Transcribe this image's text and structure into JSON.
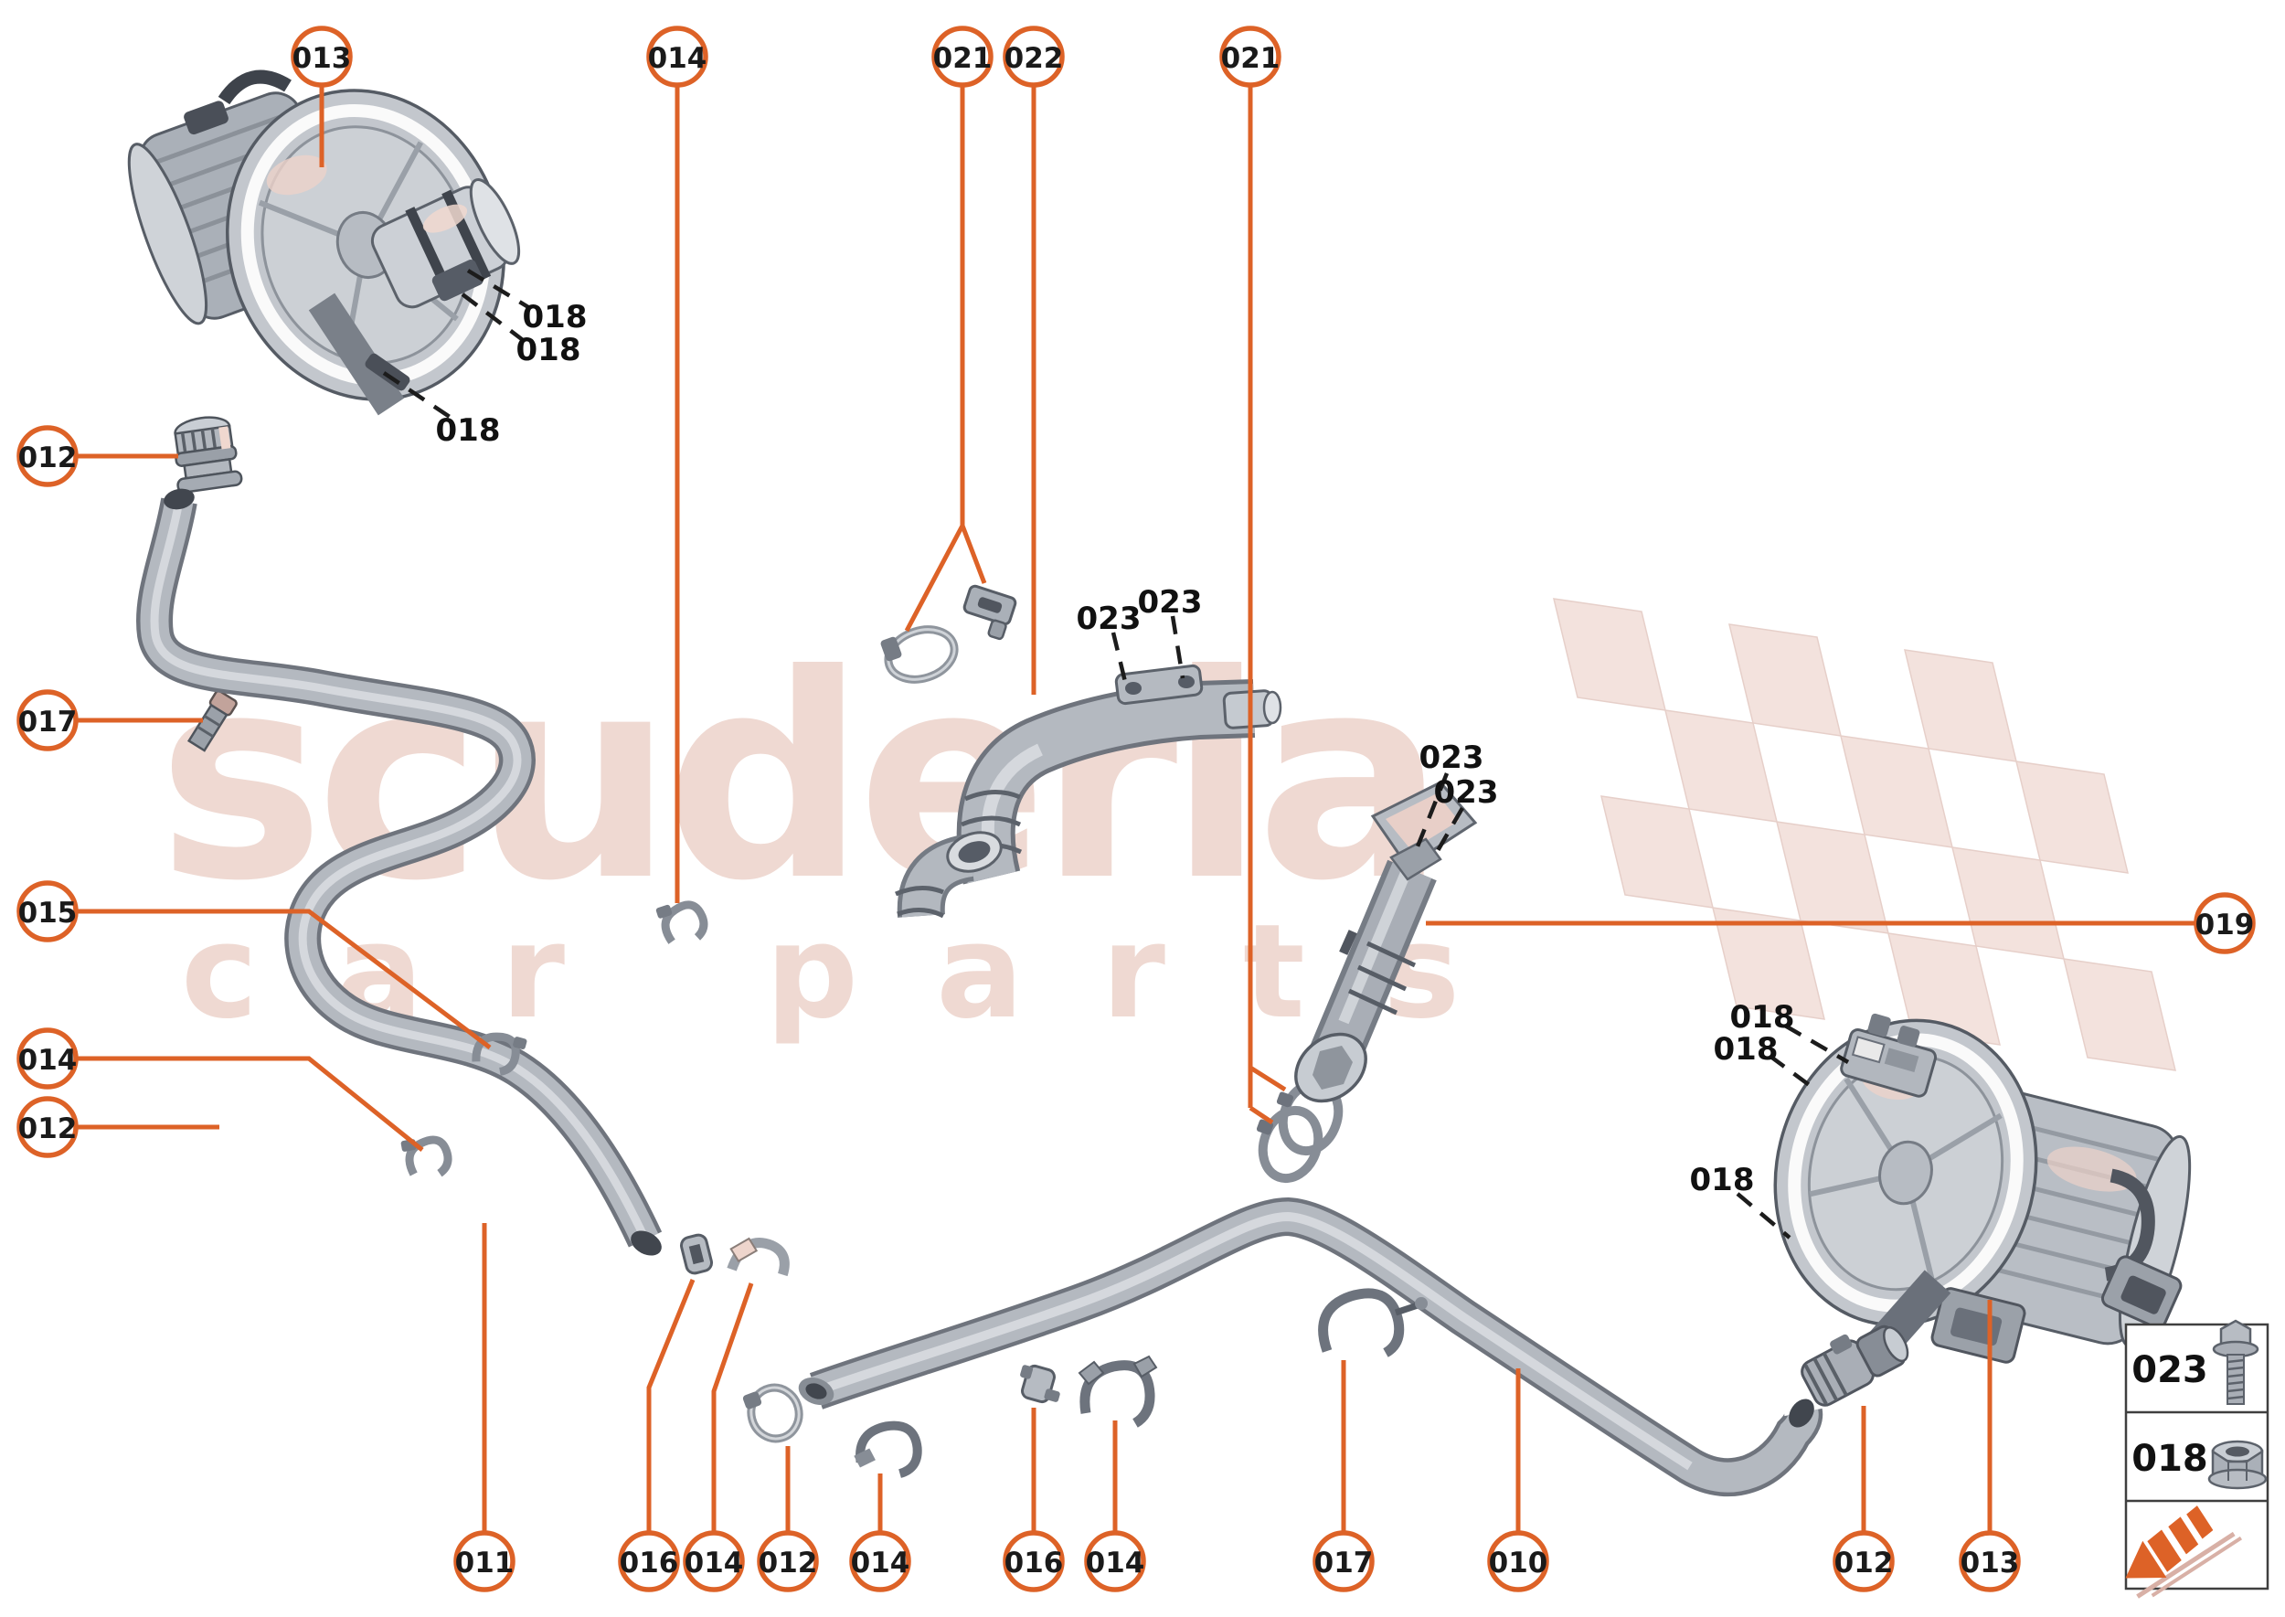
{
  "watermark": {
    "brand": "scuderia",
    "tagline": "car parts"
  },
  "callouts": [
    {
      "label": "013"
    },
    {
      "label": "014"
    },
    {
      "label": "021"
    },
    {
      "label": "022"
    },
    {
      "label": "021"
    },
    {
      "label": "012"
    },
    {
      "label": "017"
    },
    {
      "label": "015"
    },
    {
      "label": "014"
    },
    {
      "label": "012"
    },
    {
      "label": "019"
    },
    {
      "label": "011"
    },
    {
      "label": "016"
    },
    {
      "label": "014"
    },
    {
      "label": "012"
    },
    {
      "label": "014"
    },
    {
      "label": "016"
    },
    {
      "label": "014"
    },
    {
      "label": "017"
    },
    {
      "label": "010"
    },
    {
      "label": "012"
    },
    {
      "label": "013"
    }
  ],
  "part_labels": [
    {
      "text": "018"
    },
    {
      "text": "018"
    },
    {
      "text": "018"
    },
    {
      "text": "023"
    },
    {
      "text": "023"
    },
    {
      "text": "023"
    },
    {
      "text": "023"
    },
    {
      "text": "018"
    },
    {
      "text": "018"
    },
    {
      "text": "018"
    }
  ],
  "legend": {
    "rows": [
      {
        "label": "023",
        "icon": "flange-bolt-icon"
      },
      {
        "label": "018",
        "icon": "flange-nut-icon"
      },
      {
        "label": "",
        "icon": "direction-arrow-icon"
      }
    ]
  },
  "colors": {
    "accent_orange": "#dd6227",
    "watermark_pink": "#efd9d2",
    "checker_pink": "#f3e2dd",
    "line_black": "#1c1c1c"
  }
}
